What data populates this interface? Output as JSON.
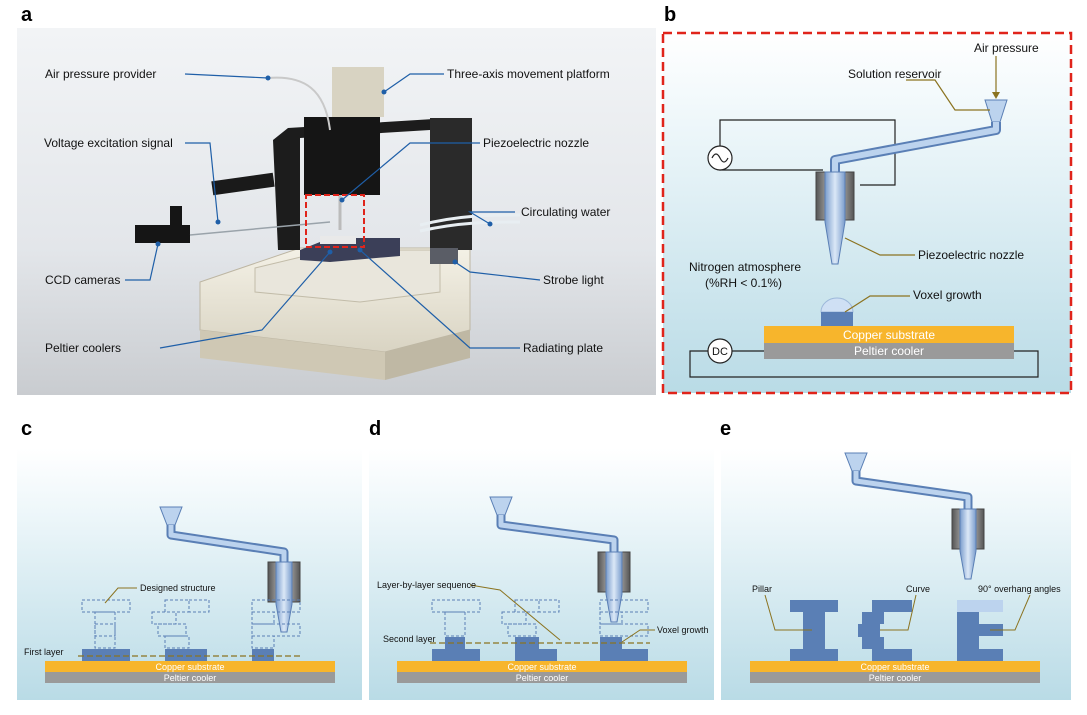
{
  "panels": {
    "a": {
      "letter": "a",
      "labels": {
        "air_pressure_provider": "Air pressure provider",
        "voltage_excitation_signal": "Voltage excitation signal",
        "ccd_cameras": "CCD cameras",
        "peltier_coolers": "Peltier coolers",
        "three_axis_platform": "Three-axis movement platform",
        "piezoelectric_nozzle": "Piezoelectric nozzle",
        "circulating_water": "Circulating water",
        "strobe_light": "Strobe light",
        "radiating_plate": "Radiating plate"
      }
    },
    "b": {
      "letter": "b",
      "labels": {
        "air_pressure": "Air pressure",
        "solution_reservoir": "Solution reservoir",
        "piezoelectric_nozzle": "Piezoelectric nozzle",
        "nitrogen_line1": "Nitrogen atmosphere",
        "nitrogen_line2": "(%RH < 0.1%)",
        "voxel_growth": "Voxel growth",
        "copper_substrate": "Copper substrate",
        "peltier_cooler": "Peltier cooler",
        "dc": "DC"
      }
    },
    "c": {
      "letter": "c",
      "labels": {
        "designed_structure": "Designed structure",
        "first_layer": "First layer",
        "copper_substrate": "Copper substrate",
        "peltier_cooler": "Peltier cooler"
      }
    },
    "d": {
      "letter": "d",
      "labels": {
        "layer_sequence": "Layer-by-layer sequence",
        "second_layer": "Second layer",
        "voxel_growth": "Voxel growth",
        "copper_substrate": "Copper substrate",
        "peltier_cooler": "Peltier cooler"
      }
    },
    "e": {
      "letter": "e",
      "labels": {
        "pillar": "Pillar",
        "curve": "Curve",
        "overhang": "90° overhang angles",
        "copper_substrate": "Copper substrate",
        "peltier_cooler": "Peltier cooler"
      }
    }
  },
  "colors": {
    "copper": "#f7b52c",
    "peltier": "#9a9a9a",
    "voxel_blue": "#5a7fb5",
    "leader_blue": "#1f5fa8",
    "leader_gold": "#8b7320",
    "dashed_red": "#e0241b"
  }
}
